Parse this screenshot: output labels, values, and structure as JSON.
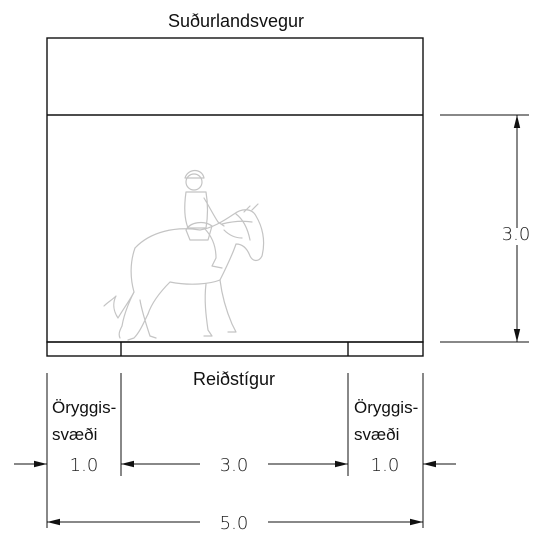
{
  "labels": {
    "road": "Suðurlandsvegur",
    "path": "Reiðstígur",
    "safety_left_1": "Öryggis-",
    "safety_left_2": "svæði",
    "safety_right_1": "Öryggis-",
    "safety_right_2": "svæði"
  },
  "dimensions": {
    "height": "3.0",
    "left_zone": "1.0",
    "center": "3.0",
    "right_zone": "1.0",
    "total": "5.0"
  },
  "icons": {
    "rider": "horse-rider-icon"
  }
}
